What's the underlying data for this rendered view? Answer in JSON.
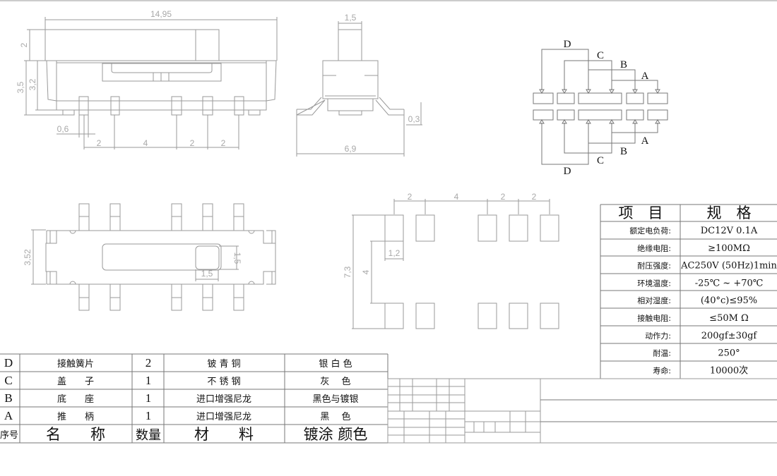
{
  "front_view": {
    "width_dim": "14,95",
    "knob_height_dim": "2",
    "total_height_dim": "3,5",
    "body_height_dim": "3,2",
    "pin_width_dim": "0,6",
    "pitch_dims": [
      "2",
      "4",
      "2",
      "2"
    ]
  },
  "side_view": {
    "knob_width_dim": "1,5",
    "total_width_dim": "6,9",
    "lead_thickness_dim": "0,3"
  },
  "bottom_view": {
    "height_dim": "3,52",
    "knob_h_dim": "1,5",
    "knob_w_dim": "1,5"
  },
  "pad_layout": {
    "pitch_dims": [
      "2",
      "4",
      "2",
      "2"
    ],
    "pad_width_dim": "1,2",
    "row_gap_dim": "4",
    "total_dim": "7,3"
  },
  "schematic": {
    "top_labels": [
      "D",
      "C",
      "B",
      "A"
    ],
    "bottom_labels": [
      "A",
      "B",
      "C",
      "D"
    ]
  },
  "spec_table": {
    "header": [
      "项　目",
      "规　格"
    ],
    "rows": [
      {
        "item": "额定电负荷:",
        "spec": "DC12V 0.1A"
      },
      {
        "item": "绝缘电阻:",
        "spec": "≥100MΩ"
      },
      {
        "item": "耐压强度:",
        "spec": "AC250V (50Hz)1min"
      },
      {
        "item": "环境温度:",
        "spec": "-25℃ ~ +70℃"
      },
      {
        "item": "相对湿度:",
        "spec": "(40°c)≤95%"
      },
      {
        "item": "接触电阻:",
        "spec": "≤50M Ω"
      },
      {
        "item": "动作力:",
        "spec": "200gf±30gf"
      },
      {
        "item": "耐温:",
        "spec": "250°"
      },
      {
        "item": "寿命:",
        "spec": "10000次"
      }
    ]
  },
  "parts_table": {
    "rows": [
      {
        "no": "D",
        "name": "接触簧片",
        "qty": "2",
        "material": "铍 青 铜",
        "finish": "银 白 色"
      },
      {
        "no": "C",
        "name": "盖　　子",
        "qty": "1",
        "material": "不 锈 钢",
        "finish": "灰　 色"
      },
      {
        "no": "B",
        "name": "底　　座",
        "qty": "1",
        "material": "进口增强尼龙",
        "finish": "黑色与镀银"
      },
      {
        "no": "A",
        "name": "推　　柄",
        "qty": "1",
        "material": "进口增强尼龙",
        "finish": "黑　 色"
      }
    ],
    "header": {
      "no": "序号",
      "name": "名　　称",
      "qty": "数量",
      "material": "材　　料",
      "finish": "镀涂 颜色"
    }
  }
}
